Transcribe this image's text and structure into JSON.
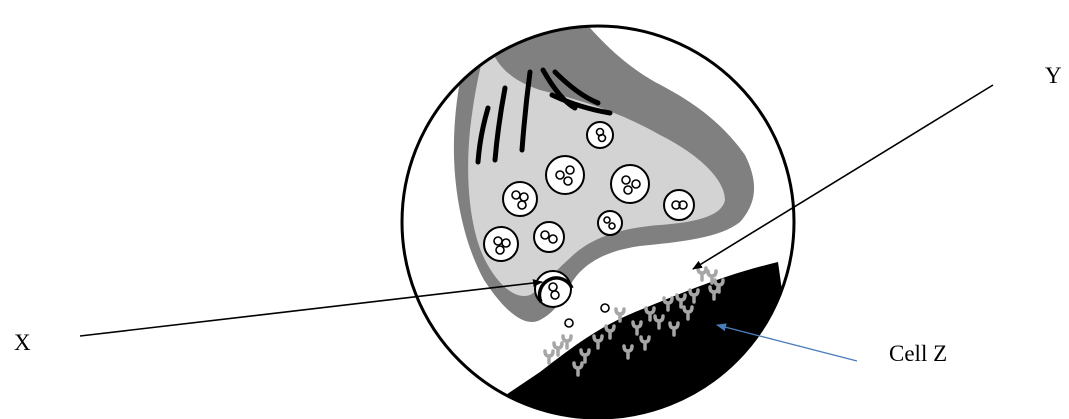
{
  "labels": {
    "x": "X",
    "y": "Y",
    "cell_z": "Cell Z"
  },
  "colors": {
    "outline": "#000000",
    "terminal_membrane": "#808080",
    "terminal_cytoplasm": "#d3d3d3",
    "cell_z": "#000000",
    "receptor": "#a6a6a6",
    "vesicle": "#ffffff",
    "arrow_cell_z": "#4a7ebb",
    "text": "#000000"
  }
}
